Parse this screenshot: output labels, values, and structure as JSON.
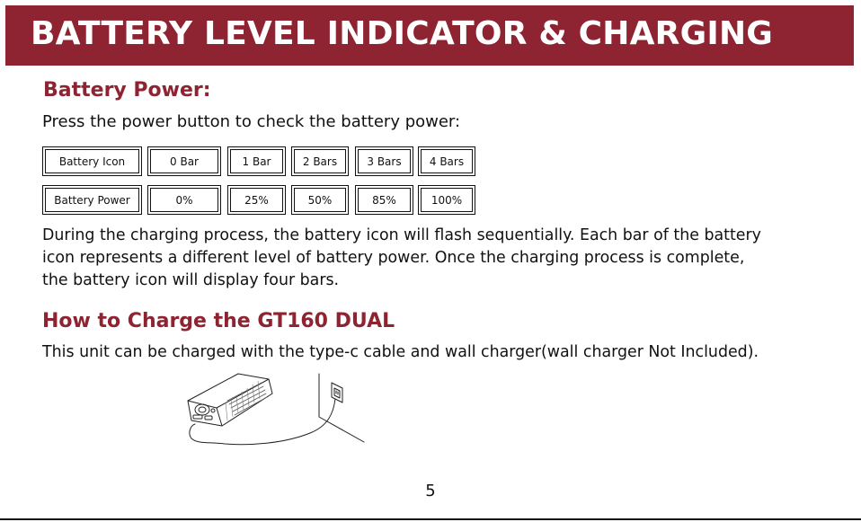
{
  "header": {
    "title": "BATTERY LEVEL INDICATOR & CHARGING"
  },
  "battery_power": {
    "heading": "Battery Power:",
    "intro": "Press the power button to check the battery power:",
    "table": {
      "icon_row": [
        "Battery Icon",
        "0 Bar",
        "1 Bar",
        "2 Bars",
        "3 Bars",
        "4 Bars"
      ],
      "power_row": [
        "Battery Power",
        "0%",
        "25%",
        "50%",
        "85%",
        "100%"
      ]
    },
    "charging_lines": [
      "During the charging process, the battery icon will flash sequentially. Each bar of the battery",
      "icon represents a different level of battery power. Once the charging process is complete,",
      "the battery icon will display four bars."
    ]
  },
  "how_to_charge": {
    "heading": "How to Charge the GT160 DUAL",
    "text": "This unit can be charged with the type-c cable and wall charger(wall charger Not Included)."
  },
  "page_number": "5"
}
